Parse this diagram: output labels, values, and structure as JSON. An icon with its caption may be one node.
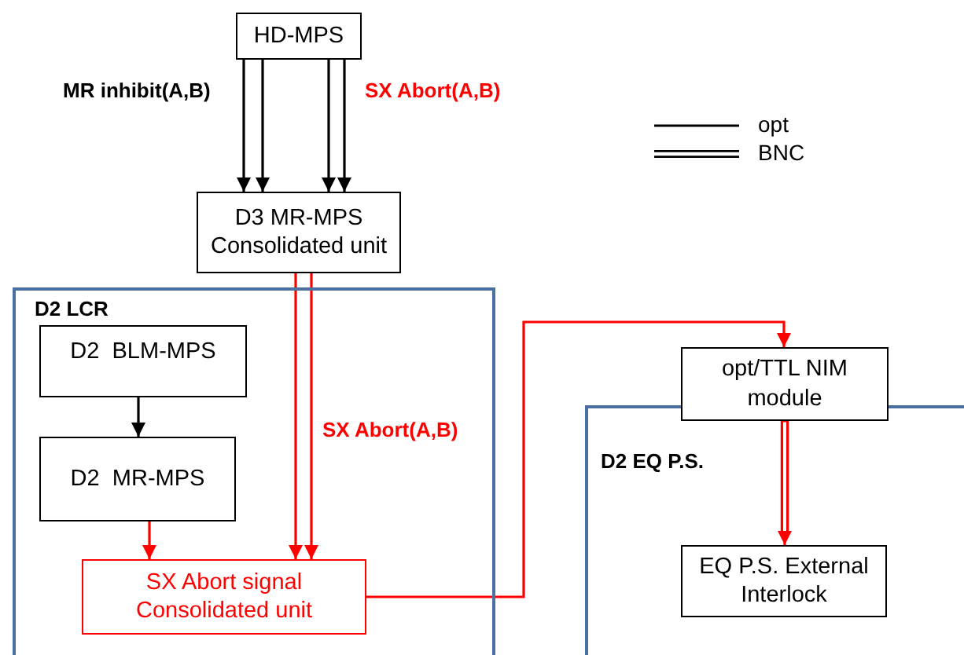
{
  "diagram": {
    "nodes": [
      {
        "text": [
          "HD-MPS"
        ]
      },
      {
        "text": [
          "D3 MR-MPS Consolidated unit"
        ]
      },
      {
        "text": [
          "D2 LCR"
        ]
      },
      {
        "text": [
          "D2  BLM-MPS"
        ],
        "in": 2
      },
      {
        "text": [
          "D2  MR-MPS"
        ],
        "in": 2
      },
      {
        "text": [
          "SX Abort signal Consolidated unit"
        ],
        "in": 2
      },
      {
        "text": [
          "opt/TTL NIM module"
        ]
      },
      {
        "text": [
          "D2 EQ P.S."
        ]
      },
      {
        "text": [
          "EQ P.S. External Interlock"
        ],
        "in": 7
      }
    ],
    "edges": [
      {
        "from": 0,
        "to": 1,
        "arrow": "to",
        "label": "MR inhibit(A,B)"
      },
      {
        "from": 0,
        "to": 1,
        "arrow": "to"
      },
      {
        "from": 0,
        "to": 1,
        "arrow": "to",
        "label": "SX Abort(A,B)"
      },
      {
        "from": 0,
        "to": 1,
        "arrow": "to"
      },
      {
        "from": 3,
        "to": 4,
        "arrow": "to"
      },
      {
        "from": 4,
        "to": 5,
        "arrow": "to",
        "color": "#ff0000"
      },
      {
        "from": 1,
        "to": 5,
        "arrow": "to",
        "color": "#ff0000",
        "label": "SX Abort(A,B)"
      },
      {
        "from": 1,
        "to": 5,
        "arrow": "to",
        "color": "#ff0000"
      },
      {
        "from": 5,
        "to": 6,
        "arrow": "to",
        "color": "#ff0000"
      },
      {
        "from": 6,
        "to": 8,
        "arrow": "to",
        "color": "#ff0000"
      }
    ],
    "legend": [
      {
        "text": "opt"
      },
      {
        "text": "BNC"
      }
    ]
  }
}
